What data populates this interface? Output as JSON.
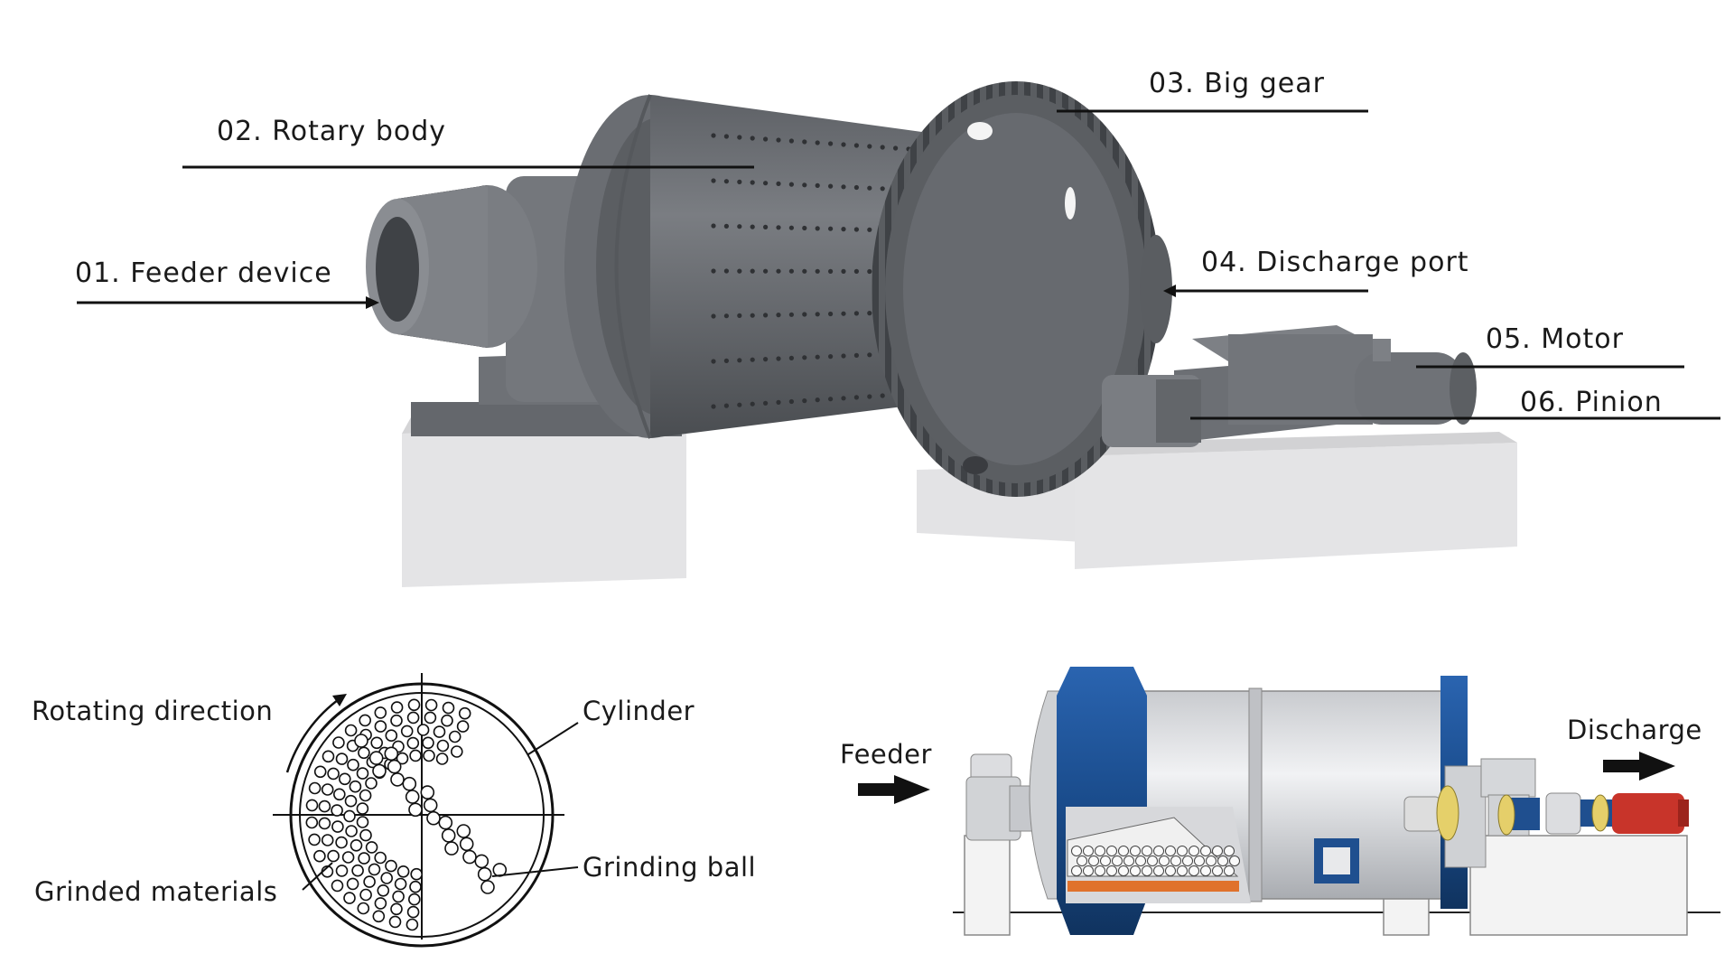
{
  "labels": {
    "feeder_device": "01. Feeder device",
    "rotary_body": "02. Rotary body",
    "big_gear": "03. Big gear",
    "discharge_port": "04. Discharge port",
    "motor": "05. Motor",
    "pinion": "06. Pinion"
  },
  "cross_section": {
    "rotating_direction": "Rotating direction",
    "cylinder": "Cylinder",
    "grinding_ball": "Grinding ball",
    "grinded_materials": "Grinded materials"
  },
  "flow": {
    "feeder": "Feeder",
    "discharge": "Discharge"
  },
  "colors": {
    "mill_body": "#6b6e73",
    "mill_dark": "#4f5256",
    "base": "#e2e2e4",
    "blue_flange": "#1f4f8f",
    "motor_red": "#c8342a",
    "copper": "#c8a23a"
  }
}
